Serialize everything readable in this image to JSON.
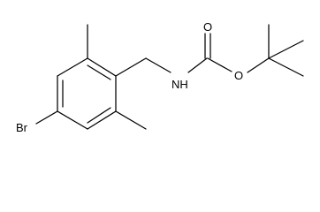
{
  "molecule": {
    "atoms": {
      "bromine": "Br",
      "amine": "NH",
      "carbonyl_oxygen": "O",
      "ester_oxygen": "O"
    }
  }
}
